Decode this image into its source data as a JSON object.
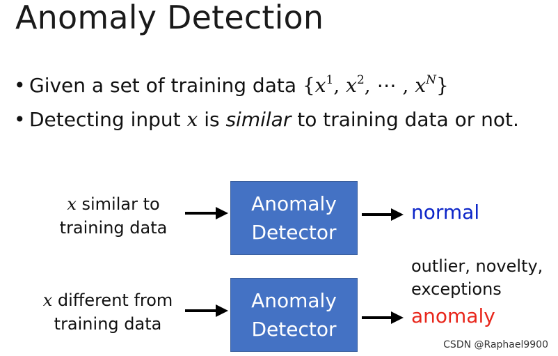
{
  "title": "Anomaly Detection",
  "bullets": {
    "b1_text": "Given a set of training data ",
    "b1_open": "{",
    "b1_x": "x",
    "b1_sup1": "1",
    "b1_comma1": ", ",
    "b1_sup2": "2",
    "b1_ellipsis": ", ⋯ , ",
    "b1_supN": "N",
    "b1_close": "}",
    "b2_pre": "Detecting input ",
    "b2_x": "x",
    "b2_is": " is ",
    "b2_similar": "similar",
    "b2_post": " to training data or not."
  },
  "row1": {
    "label_var": "x",
    "label_line1": " similar to",
    "label_line2": "training data",
    "box_line1": "Anomaly",
    "box_line2": "Detector",
    "output": "normal"
  },
  "row2": {
    "label_var": "x",
    "label_line1": " different from",
    "label_line2": "training data",
    "box_line1": "Anomaly",
    "box_line2": "Detector",
    "note_line1": "outlier, novelty,",
    "note_line2": "exceptions",
    "output": "anomaly"
  },
  "colors": {
    "box": "#4472c4",
    "normal": "#0b24c8",
    "anomaly": "#e8261b"
  },
  "watermark": "CSDN @Raphael9900"
}
